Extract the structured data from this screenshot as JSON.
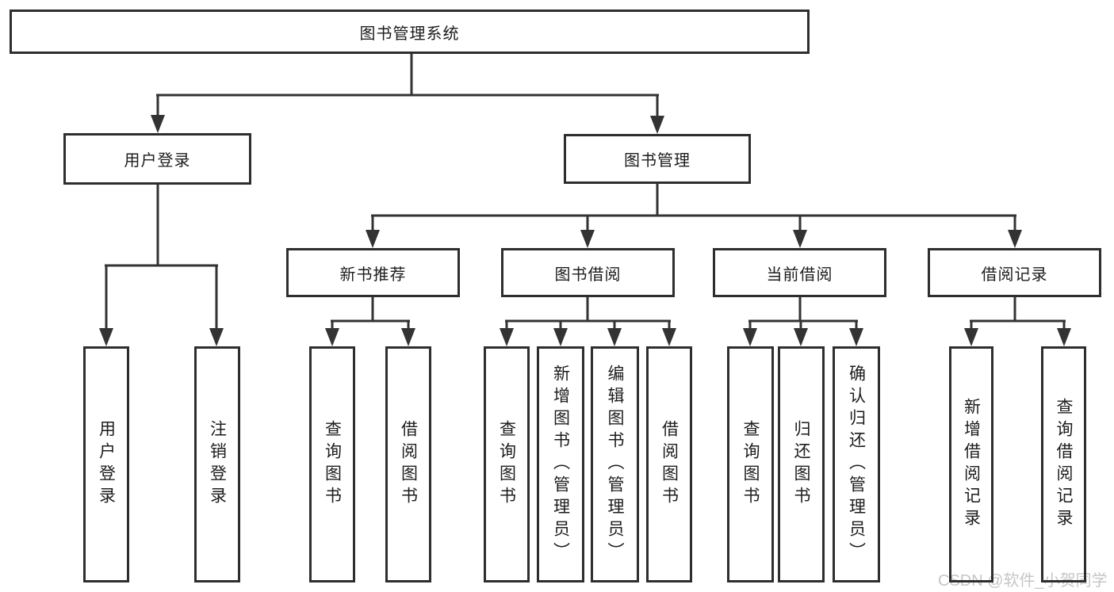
{
  "root": {
    "label": "图书管理系统"
  },
  "level2": {
    "user_login": {
      "label": "用户登录"
    },
    "book_mgmt": {
      "label": "图书管理"
    }
  },
  "level3": {
    "new_book": {
      "label": "新书推荐"
    },
    "book_borrow": {
      "label": "图书借阅"
    },
    "current_borrow": {
      "label": "当前借阅"
    },
    "borrow_record": {
      "label": "借阅记录"
    }
  },
  "leaves": {
    "user_login_do": {
      "label": "用户登录"
    },
    "logout": {
      "label": "注销登录"
    },
    "nb_query": {
      "label": "查询图书"
    },
    "nb_borrow": {
      "label": "借阅图书"
    },
    "bb_query": {
      "label": "查询图书"
    },
    "bb_add": {
      "label": "新增图书（管理员）"
    },
    "bb_edit": {
      "label": "编辑图书（管理员）"
    },
    "bb_borrow": {
      "label": "借阅图书"
    },
    "cb_query": {
      "label": "查询图书"
    },
    "cb_return": {
      "label": "归还图书"
    },
    "cb_confirm": {
      "label": "确认归还（管理员）"
    },
    "br_add": {
      "label": "新增借阅记录"
    },
    "br_query": {
      "label": "查询借阅记录"
    }
  },
  "watermark": {
    "text": "CSDN @软件_小贺同学"
  },
  "colors": {
    "line": "#333333",
    "box_border": "#2e2e2e",
    "text": "#1c1c1c",
    "watermark": "#c6c6c6",
    "background": "#ffffff"
  }
}
